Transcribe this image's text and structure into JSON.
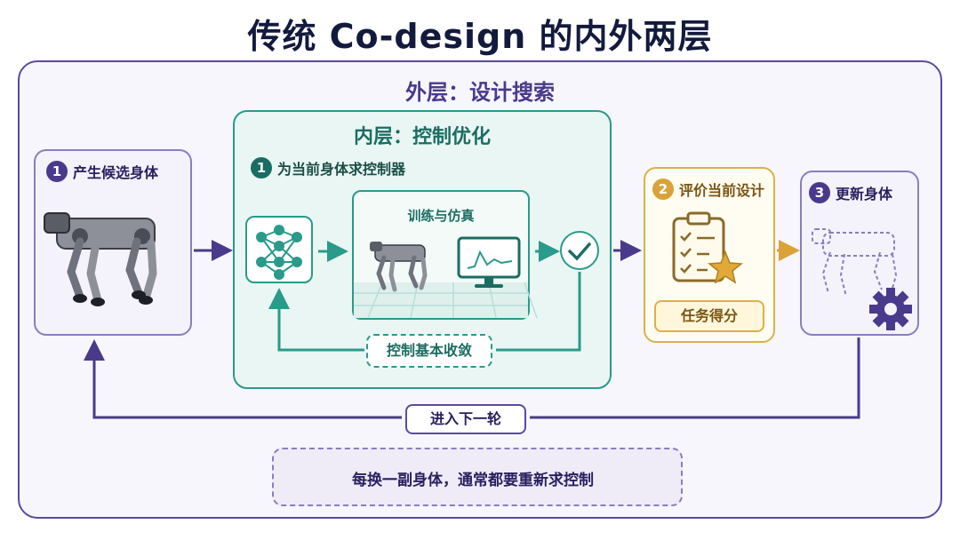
{
  "title": "传统 Co-design 的内外两层",
  "outer": {
    "title": "外层：设计搜索"
  },
  "inner": {
    "title": "内层：控制优化"
  },
  "steps": {
    "step1": {
      "num": "1",
      "label": "产生候选身体"
    },
    "inner_step1": {
      "num": "1",
      "label": "为当前身体求控制器"
    },
    "step2": {
      "num": "2",
      "label": "评价当前设计"
    },
    "step3": {
      "num": "3",
      "label": "更新身体"
    }
  },
  "sim": {
    "title": "训练与仿真"
  },
  "converge_label": "控制基本收敛",
  "score_label": "任务得分",
  "next_label": "进入下一轮",
  "note": "每换一副身体，通常都要重新求控制",
  "icons": [
    "robot-dog-icon",
    "neural-network-icon",
    "monitor-chart-icon",
    "check-icon",
    "clipboard-star-icon",
    "dashed-robot-icon",
    "gear-icon",
    "clock-icon"
  ],
  "colors": {
    "purple": "#4a3a8c",
    "teal": "#1b6d62",
    "gold": "#d9a33a"
  }
}
